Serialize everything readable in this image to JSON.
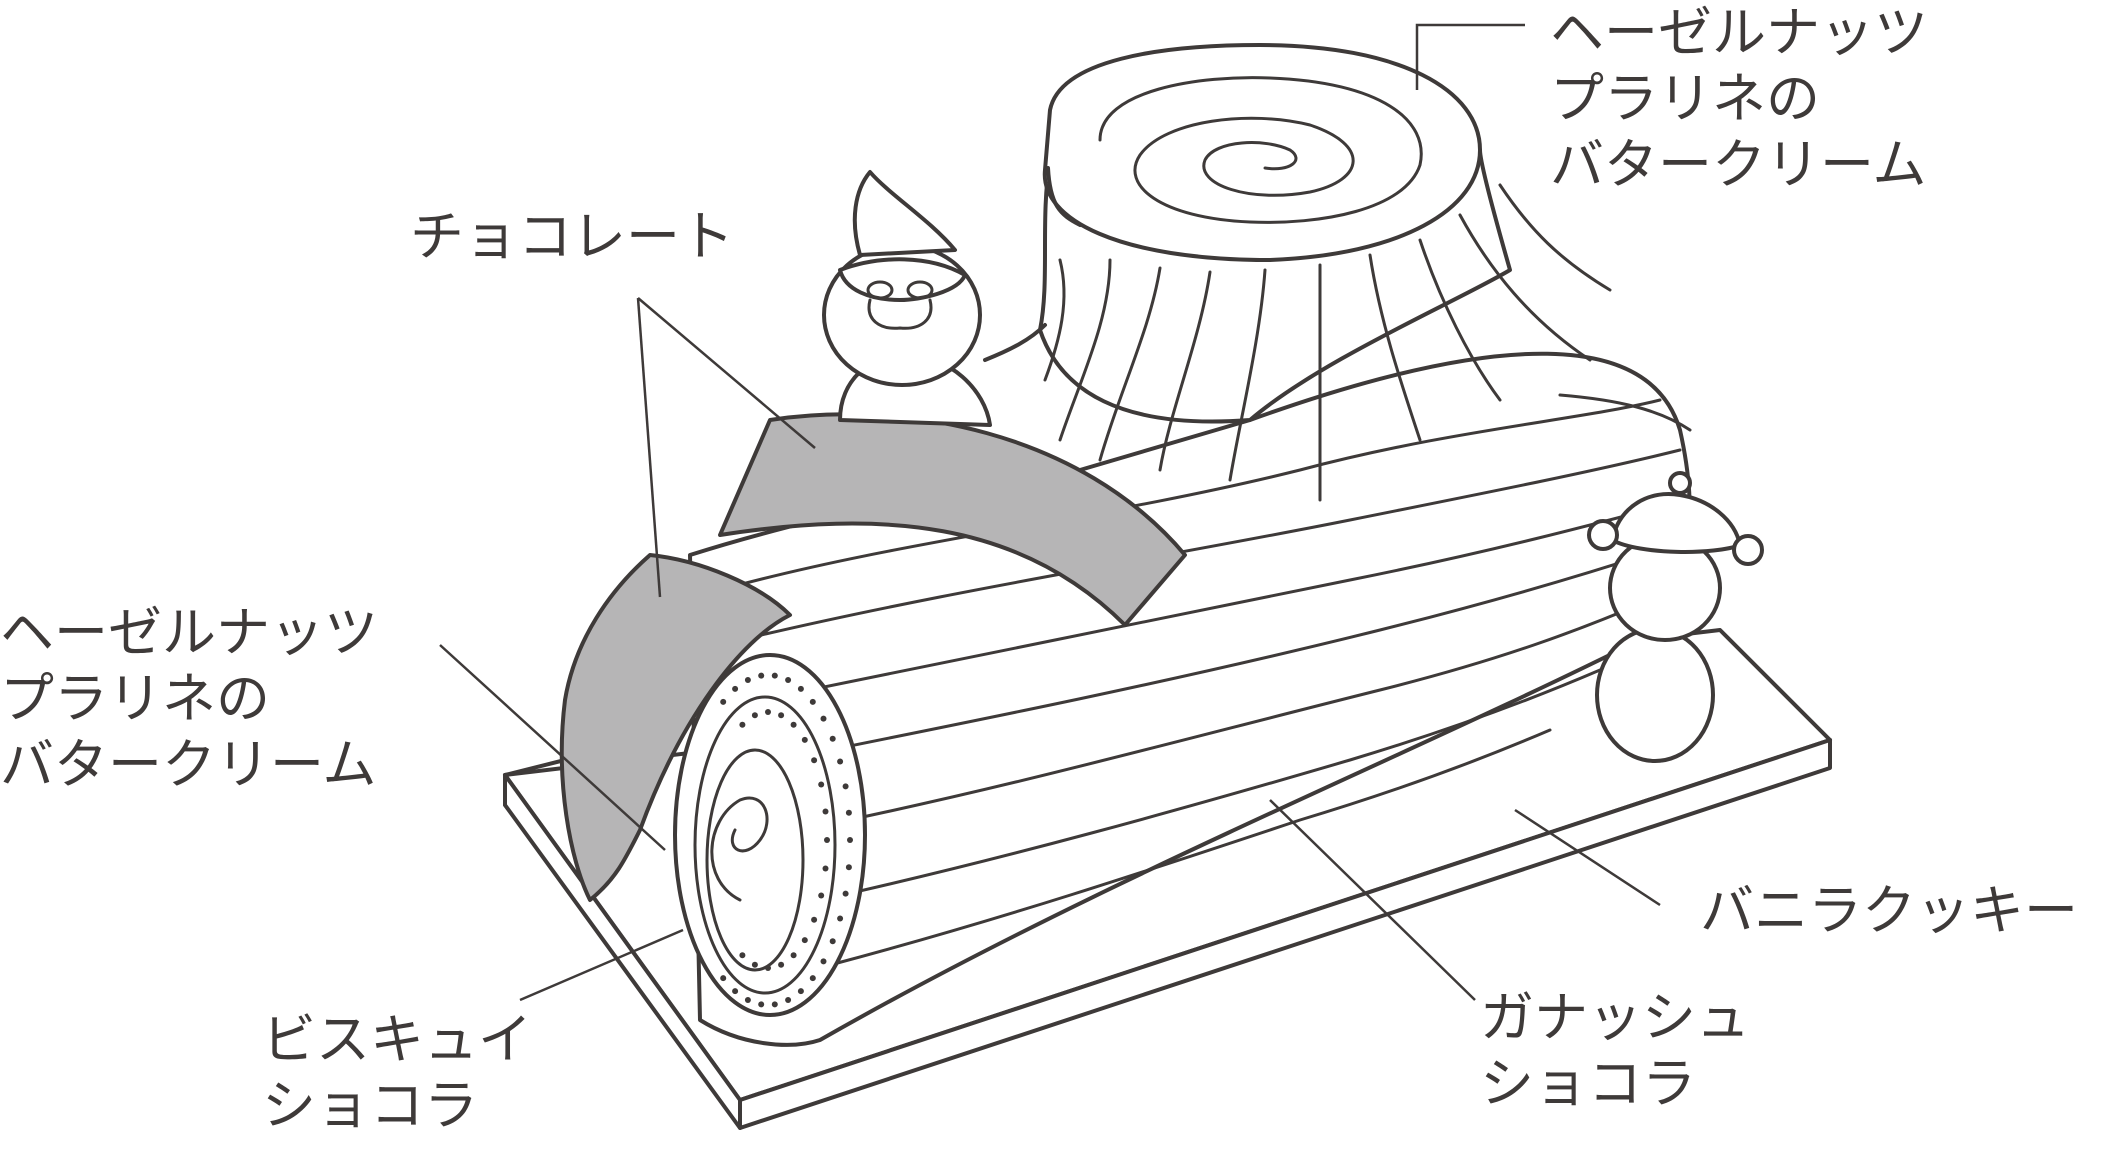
{
  "colors": {
    "line": "#3e3a39",
    "chocolate": "#b6b5b6",
    "background": "#ffffff"
  },
  "labels": {
    "stump_cream": [
      "ヘーゼルナッツ",
      "プラリネの",
      "バタークリーム"
    ],
    "chocolate": [
      "チョコレート"
    ],
    "inner_cream": [
      "ヘーゼルナッツ",
      "プラリネの",
      "バタークリーム"
    ],
    "vanilla_cookie": [
      "バニラクッキー"
    ],
    "ganache": [
      "ガナッシュ",
      "ショコラ"
    ],
    "biscuit": [
      "ビスキュイ",
      "ショコラ"
    ]
  }
}
